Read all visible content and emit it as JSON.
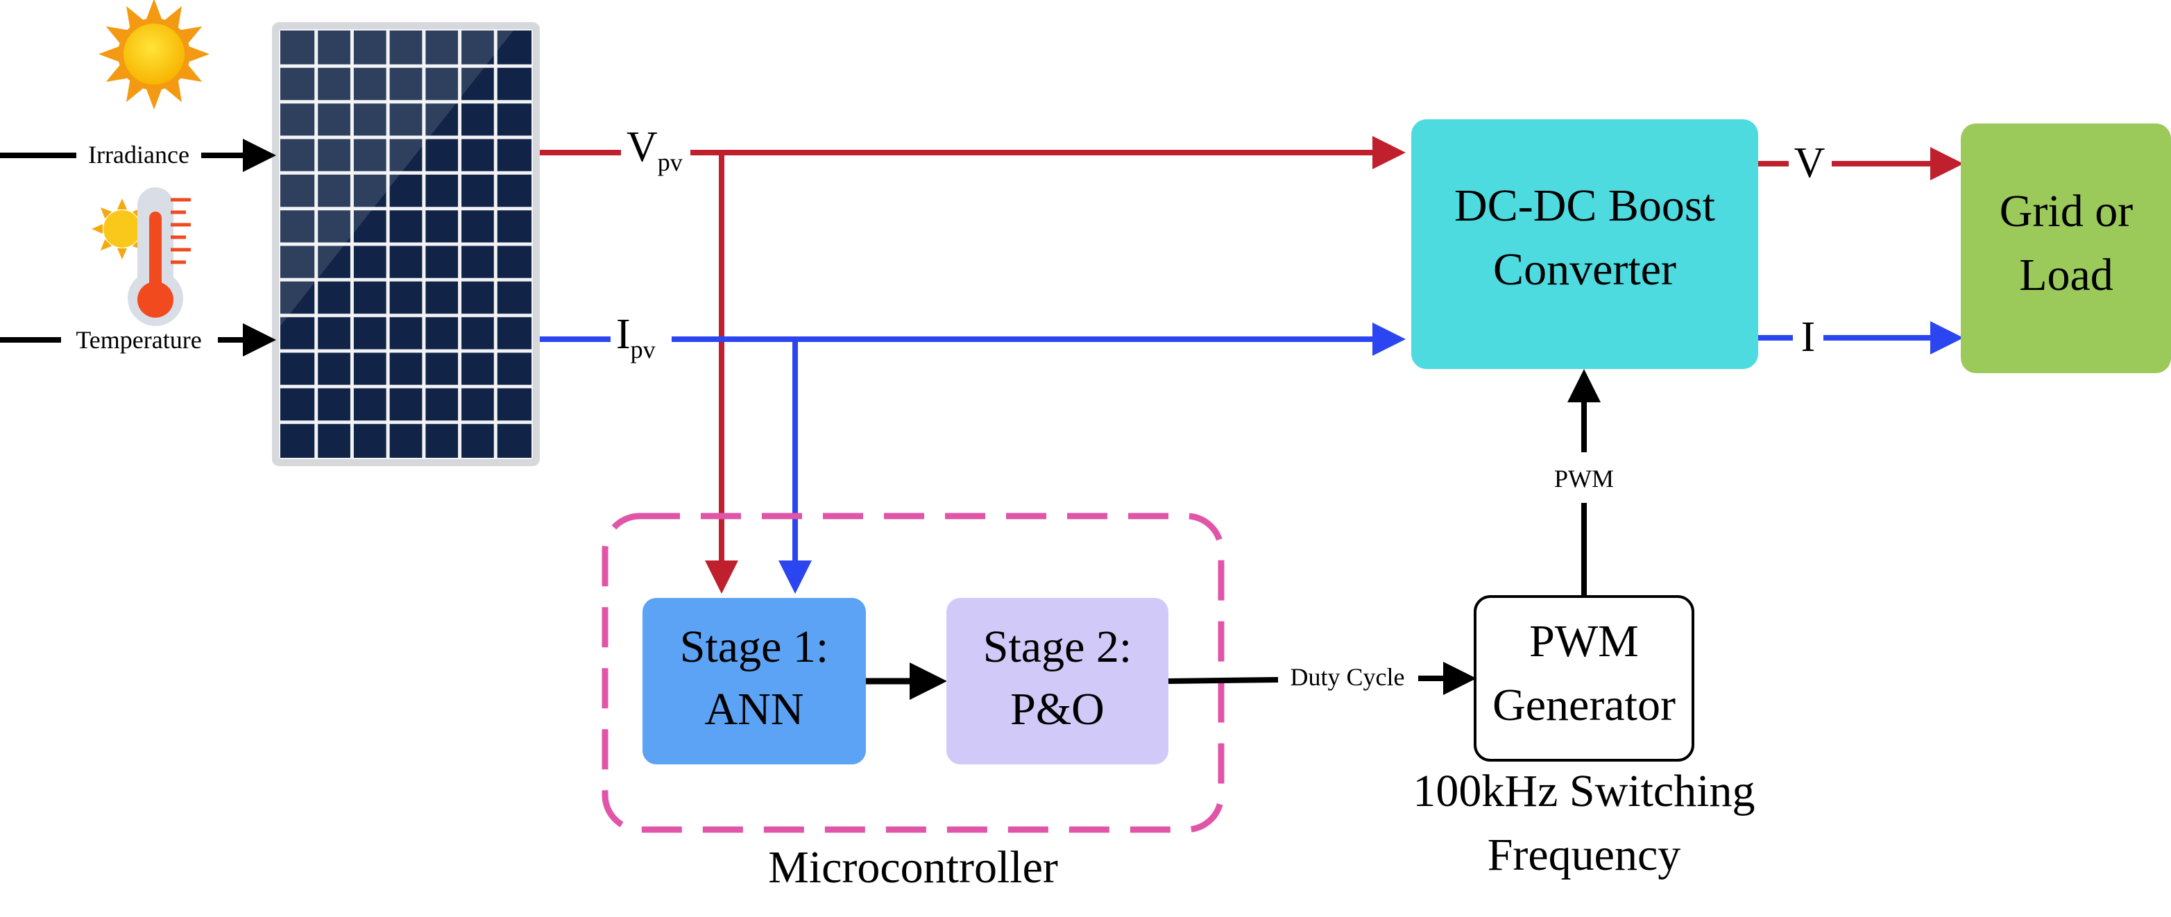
{
  "inputs": {
    "irradiance": "Irradiance",
    "temperature": "Temperature"
  },
  "signals": {
    "voltage_pv_main": "V",
    "voltage_pv_sub": "pv",
    "current_pv_main": "I",
    "current_pv_sub": "pv",
    "output_voltage": "V",
    "output_current": "I",
    "pwm": "PWM",
    "duty_cycle": "Duty Cycle"
  },
  "blocks": {
    "boost_line1": "DC-DC Boost",
    "boost_line2": "Converter",
    "grid_line1": "Grid or",
    "grid_line2": "Load",
    "stage1_line1": "Stage 1:",
    "stage1_line2": "ANN",
    "stage2_line1": "Stage 2:",
    "stage2_line2": "P&O",
    "pwm_gen_line1": "PWM",
    "pwm_gen_line2": "Generator",
    "microcontroller": "Microcontroller",
    "freq_line1": "100kHz Switching",
    "freq_line2": "Frequency"
  },
  "icons": [
    "sun-icon",
    "thermometer-icon",
    "solar-panel-icon"
  ],
  "colors": {
    "voltage_line": "#c0202e",
    "current_line": "#2b45f0",
    "control_line": "#000000",
    "boost_block": "#4ddbe0",
    "grid_block": "#9bc95a",
    "stage1_block": "#5ca3f5",
    "stage2_block": "#d1c9f8",
    "microcontroller_border": "#e055a8",
    "panel_cell": "#122449"
  }
}
